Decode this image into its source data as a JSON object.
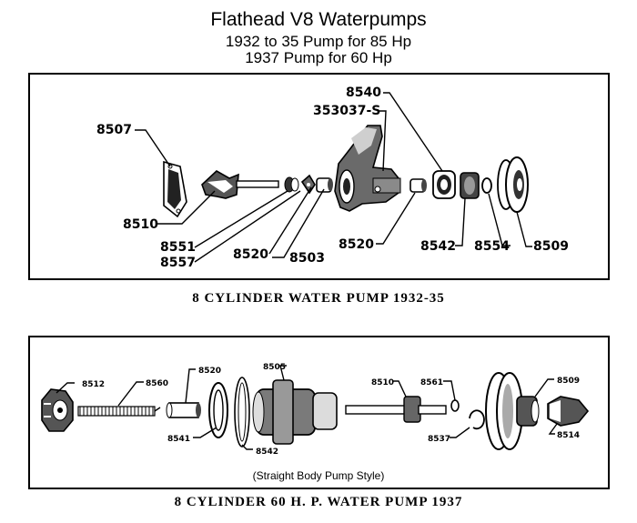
{
  "header": {
    "title": "Flathead V8 Waterpumps",
    "subtitle_1": "1932 to 35 Pump for 85 Hp",
    "subtitle_2": "1937 Pump for 60 Hp"
  },
  "diagram_1": {
    "caption": "8 CYLINDER WATER PUMP 1932-35",
    "labels": {
      "p8507": "8507",
      "p8510": "8510",
      "p8551": "8551",
      "p8557": "8557",
      "p8520a": "8520",
      "p8503": "8503",
      "p8540": "8540",
      "p353037": "353037-S",
      "p8520b": "8520",
      "p8542": "8542",
      "p8554": "8554",
      "p8509": "8509"
    }
  },
  "diagram_2": {
    "caption": "8 CYLINDER 60 H. P. WATER PUMP 1937",
    "note": "(Straight Body Pump Style)",
    "labels": {
      "p8512": "8512",
      "p8560": "8560",
      "p8520": "8520",
      "p8541": "8541",
      "p8542": "8542",
      "p8505": "8505",
      "p8510": "8510",
      "p8561": "8561",
      "p8537": "8537",
      "p8509": "8509",
      "p8514": "8514"
    }
  }
}
